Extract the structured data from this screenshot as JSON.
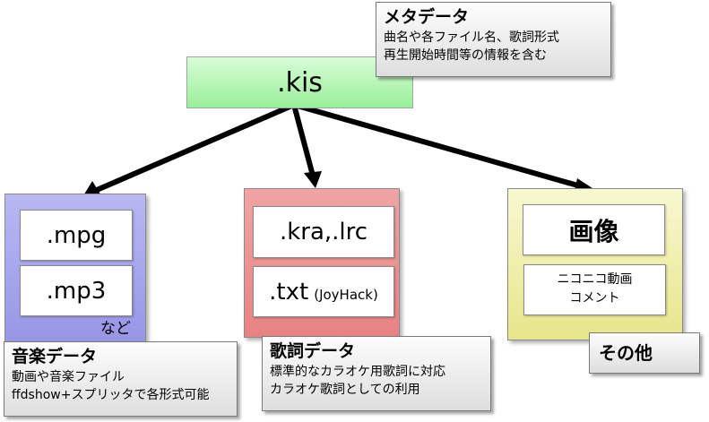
{
  "root": {
    "label": ".kis"
  },
  "meta": {
    "title": "メタデータ",
    "lines": [
      "曲名や各ファイル名、歌詞形式",
      "再生開始時間等の情報を含む"
    ]
  },
  "music": {
    "items": [
      ".mpg",
      ".mp3"
    ],
    "note": "など",
    "callout_title": "音楽データ",
    "callout_lines": [
      "動画や音楽ファイル",
      "ffdshow+スプリッタで各形式可能"
    ]
  },
  "lyrics": {
    "items": [
      ".kra,.lrc",
      ".txt"
    ],
    "txt_suffix": "(JoyHack)",
    "callout_title": "歌詞データ",
    "callout_lines": [
      "標準的なカラオケ用歌詞に対応",
      "カラオケ歌詞としての利用"
    ]
  },
  "other": {
    "items": [
      "画像"
    ],
    "niconico_lines": [
      "ニコニコ動画",
      "コメント"
    ],
    "callout_title": "その他"
  },
  "colors": {
    "root_fill": "#98f098",
    "music_fill": "#a6a6ee",
    "lyrics_fill": "#ec9494",
    "other_fill": "#eeeeaa",
    "callout_fill": "#eeeeee",
    "arrow": "#000000"
  }
}
